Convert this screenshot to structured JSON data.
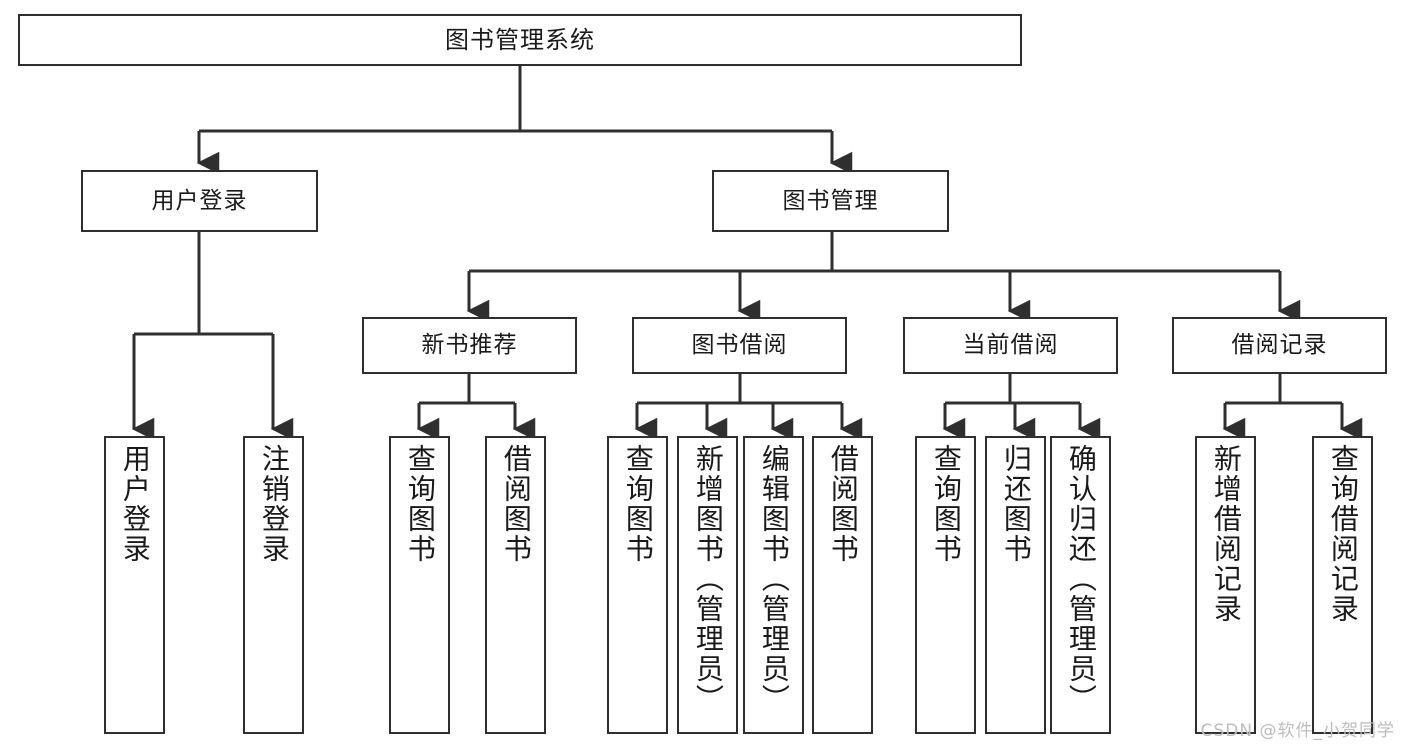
{
  "diagram": {
    "title": "图书管理系统",
    "type": "tree",
    "stroke_color": "#2f2f2f",
    "fill_color": "#ffffff",
    "text_color": "#1a1a1a"
  },
  "nodes": {
    "root": {
      "label": "图书管理系统"
    },
    "level2": [
      {
        "id": "user-login",
        "label": "用户登录"
      },
      {
        "id": "book-management",
        "label": "图书管理"
      }
    ],
    "level3": [
      {
        "id": "new-book-recommend",
        "label": "新书推荐"
      },
      {
        "id": "book-borrow",
        "label": "图书借阅"
      },
      {
        "id": "current-borrow",
        "label": "当前借阅"
      },
      {
        "id": "borrow-record",
        "label": "借阅记录"
      }
    ],
    "leaves": [
      {
        "id": "leaf-user-login",
        "label": "用户登录",
        "parent": "user-login"
      },
      {
        "id": "leaf-logout-login",
        "label": "注销登录",
        "parent": "user-login"
      },
      {
        "id": "leaf-query-book-1",
        "label": "查询图书",
        "parent": "new-book-recommend"
      },
      {
        "id": "leaf-borrow-book-1",
        "label": "借阅图书",
        "parent": "new-book-recommend"
      },
      {
        "id": "leaf-query-book-2",
        "label": "查询图书",
        "parent": "book-borrow"
      },
      {
        "id": "leaf-add-book",
        "label": "新增图书（管理员）",
        "parent": "book-borrow"
      },
      {
        "id": "leaf-edit-book",
        "label": "编辑图书（管理员）",
        "parent": "book-borrow"
      },
      {
        "id": "leaf-borrow-book-2",
        "label": "借阅图书",
        "parent": "book-borrow"
      },
      {
        "id": "leaf-query-book-3",
        "label": "查询图书",
        "parent": "current-borrow"
      },
      {
        "id": "leaf-return-book",
        "label": "归还图书",
        "parent": "current-borrow"
      },
      {
        "id": "leaf-confirm-return",
        "label": "确认归还（管理员）",
        "parent": "current-borrow"
      },
      {
        "id": "leaf-add-record",
        "label": "新增借阅记录",
        "parent": "borrow-record"
      },
      {
        "id": "leaf-query-record",
        "label": "查询借阅记录",
        "parent": "borrow-record"
      }
    ]
  },
  "watermark": {
    "text": "CSDN @软件_小贺同学"
  }
}
